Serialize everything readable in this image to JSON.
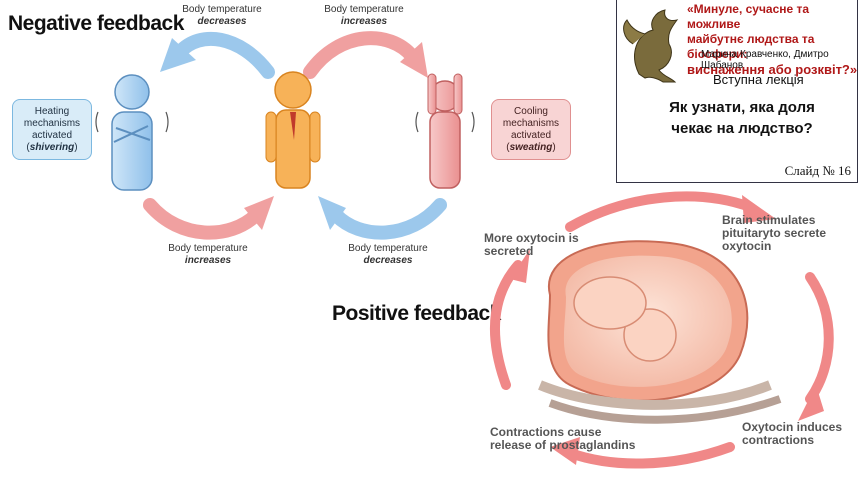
{
  "negative": {
    "title": "Negative feedback",
    "top_left": {
      "line1": "Body temperature",
      "line2": "decreases",
      "sign": "−"
    },
    "top_right": {
      "line1": "Body temperature",
      "line2": "increases",
      "sign": "+"
    },
    "bottom_left": {
      "line1": "Body temperature",
      "line2": "increases",
      "sign": "+"
    },
    "bottom_right": {
      "line1": "Body temperature",
      "line2": "decreases",
      "sign": "−"
    },
    "heating": {
      "l1": "Heating",
      "l2": "mechanisms",
      "l3": "activated",
      "l4": "shivering"
    },
    "cooling": {
      "l1": "Cooling",
      "l2": "mechanisms",
      "l3": "activated",
      "l4": "sweating"
    }
  },
  "positive": {
    "title": "Positive feedback",
    "step1": {
      "l1": "More oxytocin is",
      "l2": "secreted"
    },
    "step2": {
      "l1": "Brain stimulates",
      "l2": "pituitaryto secrete",
      "l3": "oxytocin"
    },
    "step3": {
      "l1": "Oxytocin induces",
      "l2": "contractions"
    },
    "step4": {
      "l1": "Contractions cause",
      "l2": "release of prostaglandins"
    }
  },
  "info": {
    "title_l1": "«Минуле, сучасне та можливе",
    "title_l2": "майбутнє людства та біосфери:",
    "title_l3": "виснаження або розквіт?»",
    "authors": "Марина Кравченко, Дмитро Шабанов",
    "lecture": "Вступна лекція",
    "question_l1": "Як узнати, яка доля",
    "question_l2": "чекає на людство?",
    "slide": "Слайд № 16"
  },
  "colors": {
    "blue": "#9cc8ec",
    "red": "#f0a0a0",
    "orange": "#f6a43c",
    "pos_arrow": "#f08888"
  }
}
